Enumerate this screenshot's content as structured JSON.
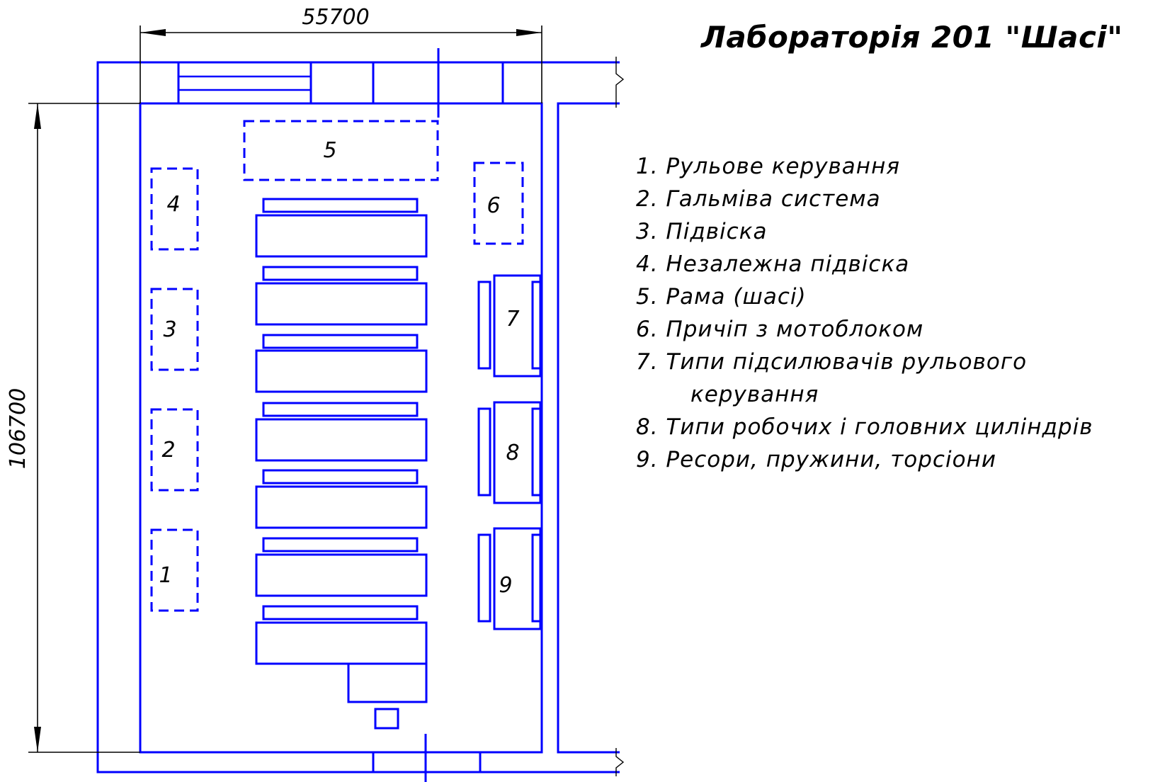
{
  "title": "Лабораторія 201 \"Шасі\"",
  "dimensions": {
    "width": "55700",
    "height": "106700"
  },
  "zones": [
    {
      "id": "1",
      "label": "1"
    },
    {
      "id": "2",
      "label": "2"
    },
    {
      "id": "3",
      "label": "3"
    },
    {
      "id": "4",
      "label": "4"
    },
    {
      "id": "5",
      "label": "5"
    },
    {
      "id": "6",
      "label": "6"
    },
    {
      "id": "7",
      "label": "7"
    },
    {
      "id": "8",
      "label": "8"
    },
    {
      "id": "9",
      "label": "9"
    }
  ],
  "legend": [
    {
      "text": "1. Рульове керування"
    },
    {
      "text": "2. Гальміва система"
    },
    {
      "text": "3. Підвіска"
    },
    {
      "text": "4. Незалежна підвіска"
    },
    {
      "text": "5. Рама (шасі)"
    },
    {
      "text": "6. Причіп з мотоблоком"
    },
    {
      "text": "7. Типи підсилювачів рульового",
      "cont": "керування"
    },
    {
      "text": "8. Типи робочих і головних циліндрів"
    },
    {
      "text": "9. Ресори, пружини, торсіони"
    }
  ],
  "colors": {
    "plan": "#0000ff",
    "text": "#000000",
    "background": "#ffffff"
  }
}
